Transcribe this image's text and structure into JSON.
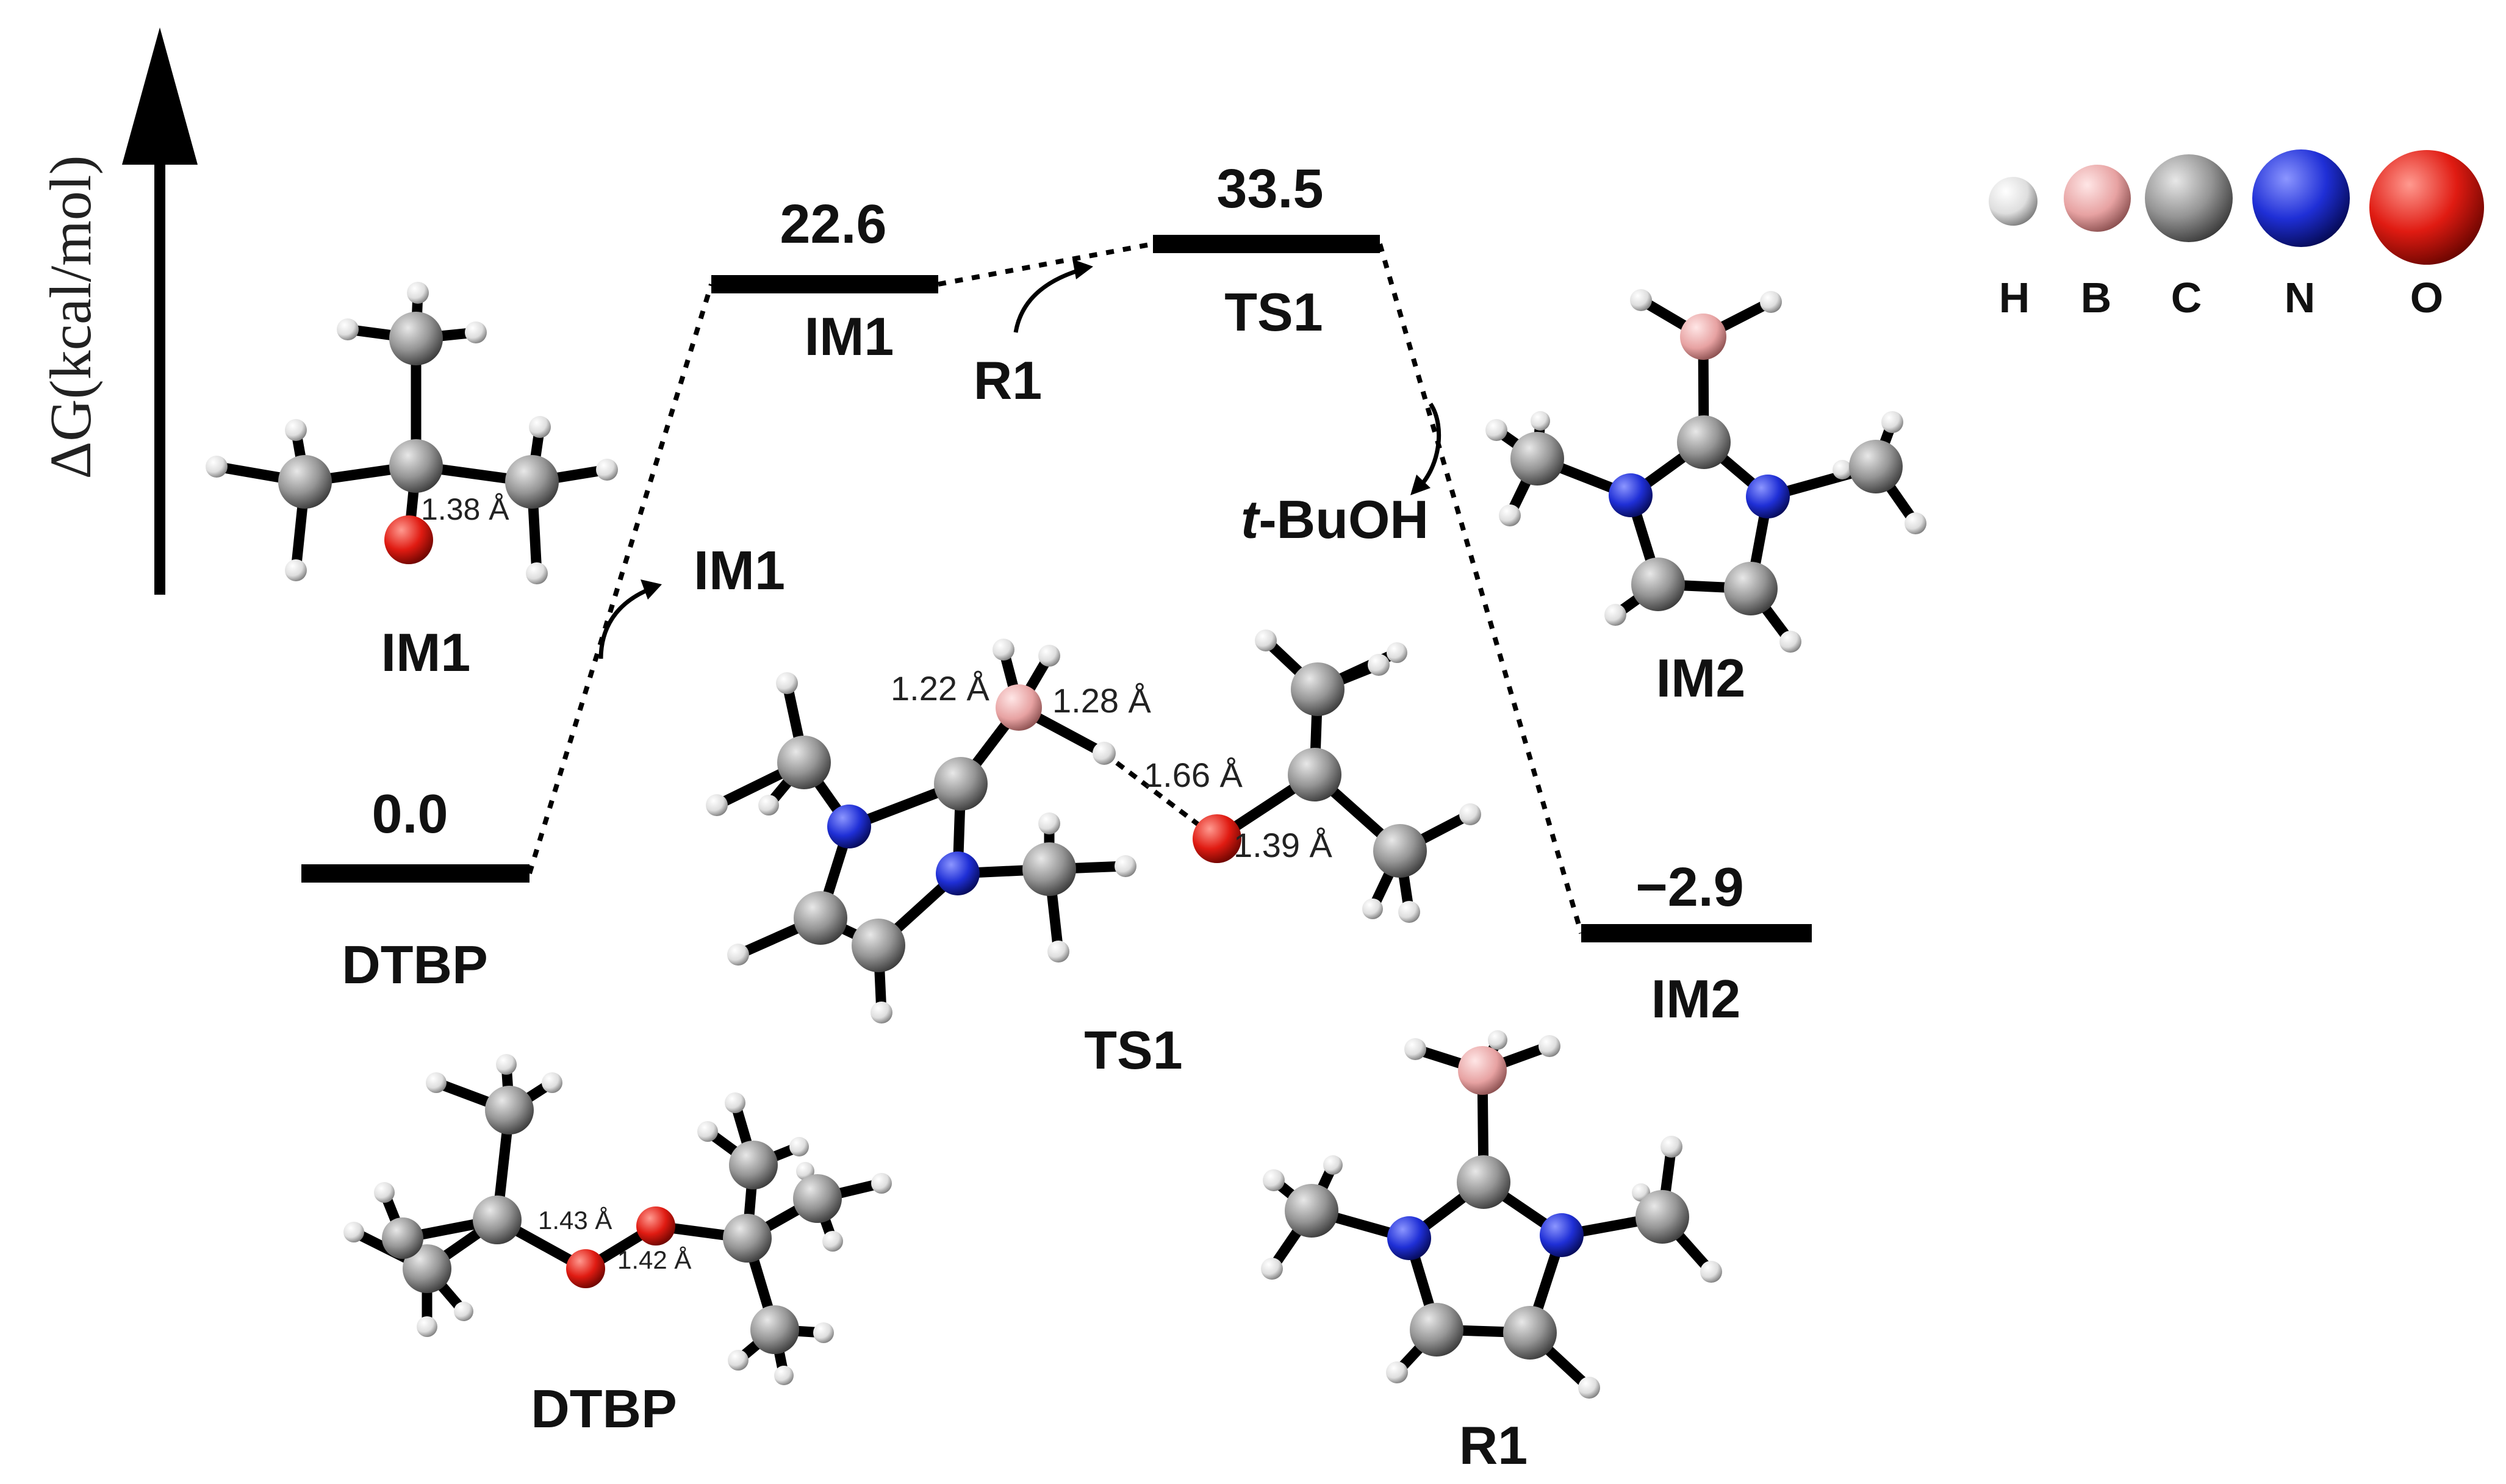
{
  "axis": {
    "label": "ΔG(kcal/mol)"
  },
  "energy_levels": [
    {
      "id": "DTBP",
      "value": "0.0",
      "name": "DTBP"
    },
    {
      "id": "IM1",
      "value": "22.6",
      "name": "IM1"
    },
    {
      "id": "TS1",
      "value": "33.5",
      "name": "TS1"
    },
    {
      "id": "IM2",
      "value": "−2.9",
      "name": "IM2"
    }
  ],
  "annotations": {
    "path_im1": "IM1",
    "path_r1": "R1",
    "path_tbuoh_italic": "t",
    "path_tbuoh_rest": "-BuOH"
  },
  "molecule_captions": {
    "im1": "IM1",
    "ts1": "TS1",
    "im2": "IM2",
    "dtbp": "DTBP",
    "r1": "R1"
  },
  "bond_lengths": {
    "im1_co": "1.38 Å",
    "ts1_bh_left": "1.22 Å",
    "ts1_bh_right": "1.28 Å",
    "ts1_ho": "1.66 Å",
    "ts1_co": "1.39 Å",
    "dtbp_co": "1.43 Å",
    "dtbp_oo": "1.42 Å"
  },
  "atom_legend": [
    {
      "symbol": "H",
      "color": "#f2f2f2"
    },
    {
      "symbol": "B",
      "color": "#f2b5b5"
    },
    {
      "symbol": "C",
      "color": "#9a9a9a"
    },
    {
      "symbol": "N",
      "color": "#1f2fd6"
    },
    {
      "symbol": "O",
      "color": "#e01b12"
    }
  ]
}
